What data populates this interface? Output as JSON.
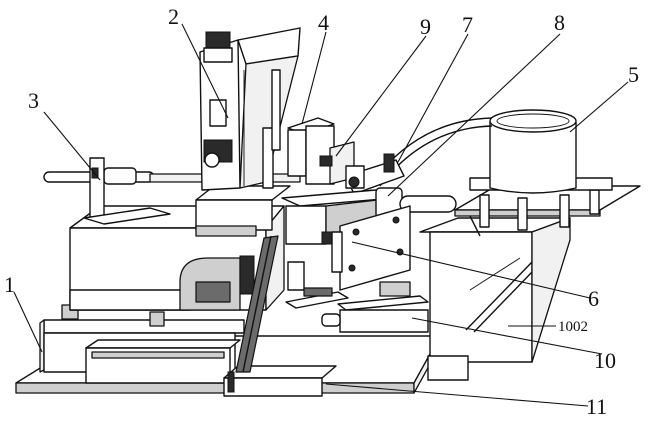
{
  "labels": {
    "l1": "1",
    "l2": "2",
    "l3": "3",
    "l4": "4",
    "l5": "5",
    "l6": "6",
    "l7": "7",
    "l8": "8",
    "l9": "9",
    "l10": "10",
    "l11": "11",
    "l1002": "1002"
  }
}
